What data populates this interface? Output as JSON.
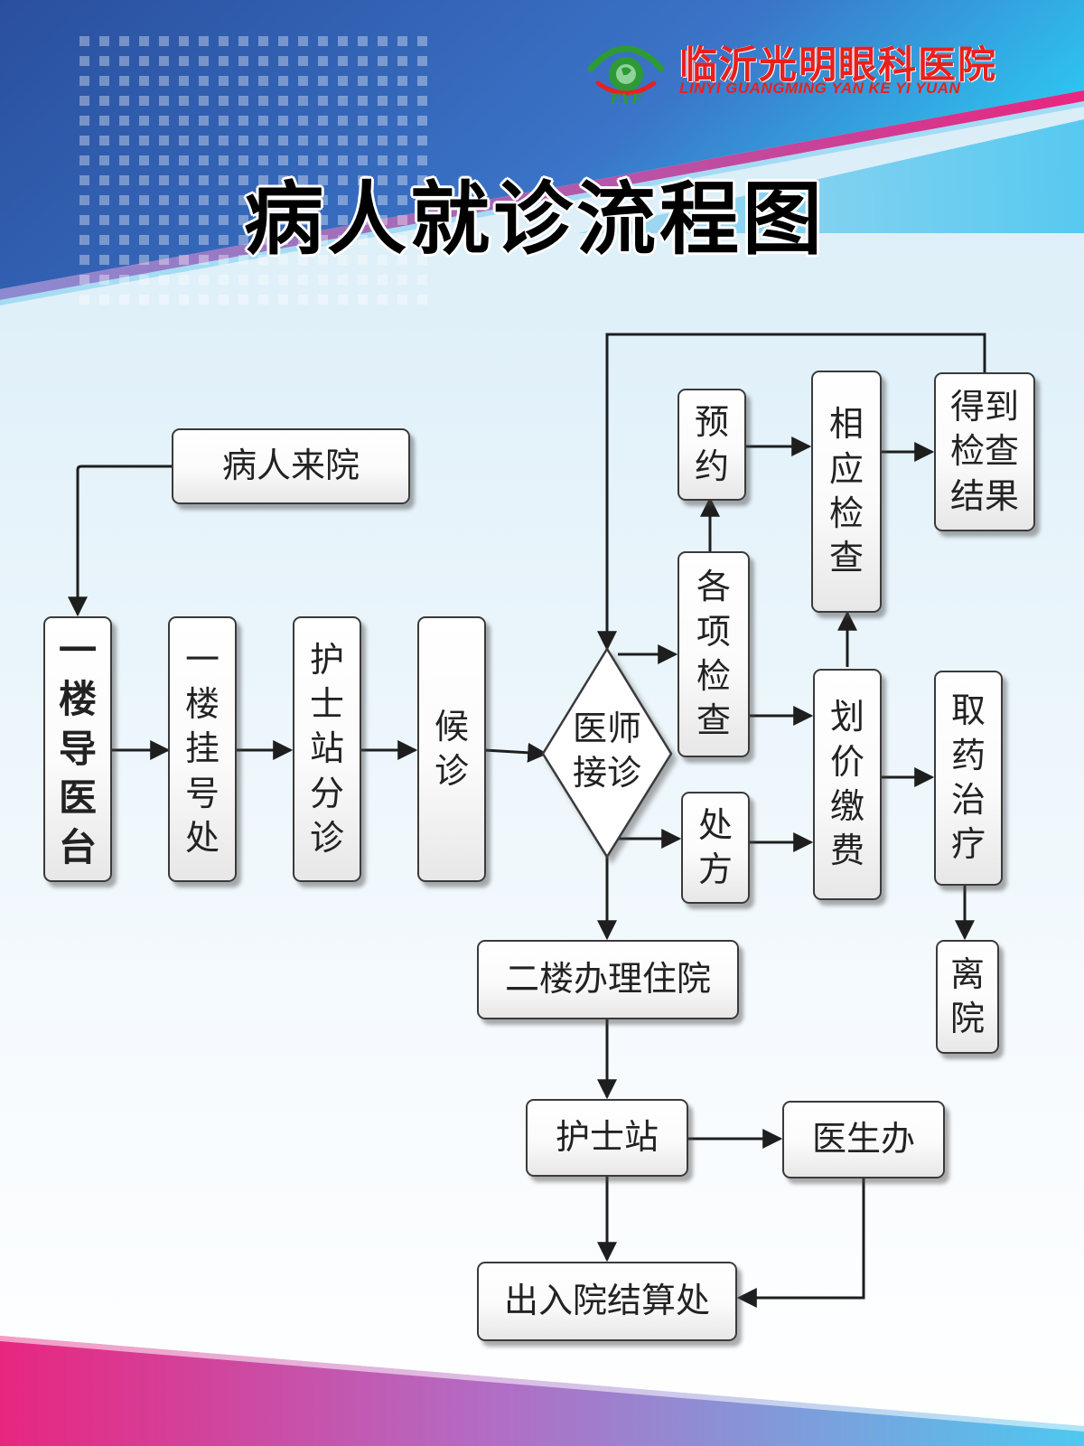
{
  "header": {
    "hospital_name": "临沂光明眼科医院",
    "hospital_name_en": "LINYI GUANGMING YAN KE YI YUAN",
    "logo_caption": "EYE"
  },
  "title": "病人就诊流程图",
  "colors": {
    "banner_blue": "#2f55a4",
    "banner_pink": "#e6287d",
    "logo_red": "#e8201e",
    "logo_green": "#2d9a36"
  },
  "nodes": {
    "arrival": "病人来院",
    "first_floor_guide": "一楼导医台",
    "first_floor_registration": "一楼挂号处",
    "nurse_triage": "护士站分诊",
    "waiting": "候诊",
    "doctor_consultation": "医师接诊",
    "appointment": "预约",
    "examinations": "各项检查",
    "corresponding_exam": "相应检查",
    "get_results": "得到检查结果",
    "pricing_payment": "划价缴费",
    "prescription": "处方",
    "get_medicine": "取药治疗",
    "leave_hospital": "离院",
    "second_floor_admission": "二楼办理住院",
    "nurse_station": "护士站",
    "doctor_office": "医生办",
    "settlement": "出入院结算处"
  }
}
